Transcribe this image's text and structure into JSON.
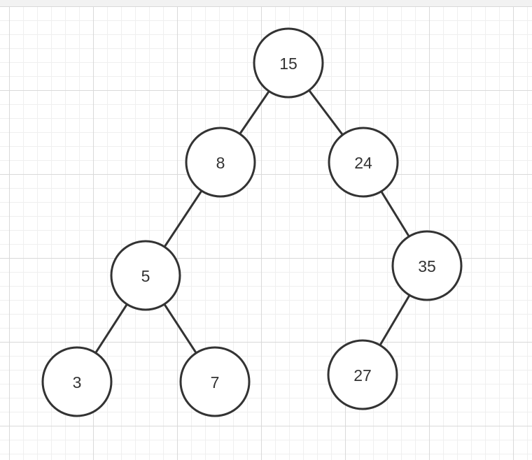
{
  "tree": {
    "nodes": [
      {
        "id": "n15",
        "label": "15"
      },
      {
        "id": "n8",
        "label": "8"
      },
      {
        "id": "n24",
        "label": "24"
      },
      {
        "id": "n5",
        "label": "5"
      },
      {
        "id": "n35",
        "label": "35"
      },
      {
        "id": "n3",
        "label": "3"
      },
      {
        "id": "n7",
        "label": "7"
      },
      {
        "id": "n27",
        "label": "27"
      }
    ],
    "edges": [
      {
        "from": "n15",
        "to": "n8"
      },
      {
        "from": "n15",
        "to": "n24"
      },
      {
        "from": "n8",
        "to": "n5"
      },
      {
        "from": "n24",
        "to": "n35"
      },
      {
        "from": "n5",
        "to": "n3"
      },
      {
        "from": "n5",
        "to": "n7"
      },
      {
        "from": "n35",
        "to": "n27"
      }
    ]
  }
}
